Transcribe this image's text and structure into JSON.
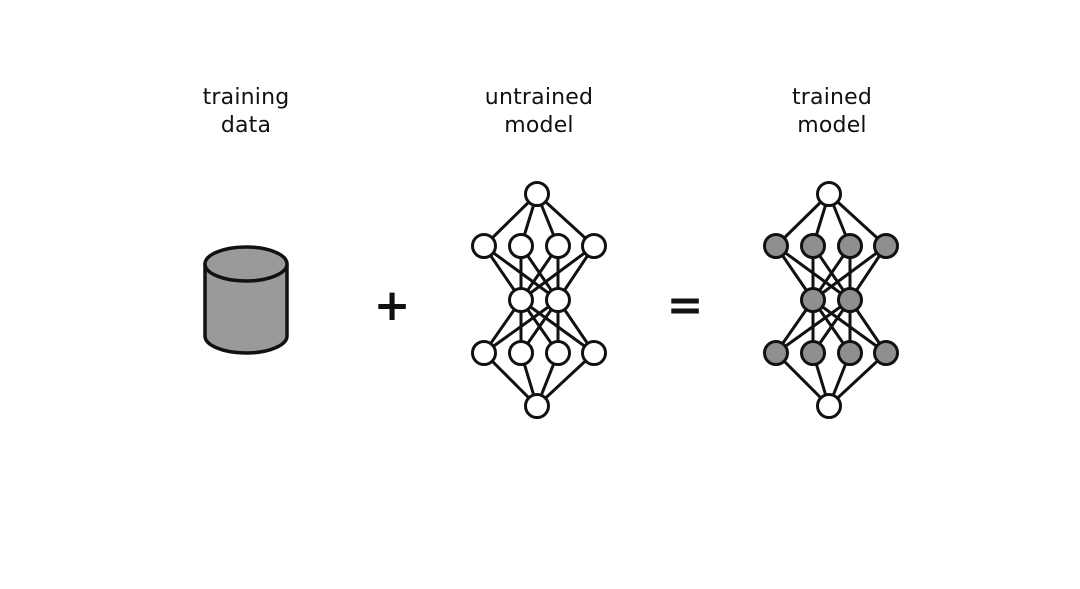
{
  "labels": {
    "training_data": [
      "training",
      "data"
    ],
    "untrained_model": [
      "untrained",
      "model"
    ],
    "trained_model": [
      "trained",
      "model"
    ]
  },
  "operators": {
    "plus": "+",
    "equals": "="
  },
  "colors": {
    "stroke": "#111111",
    "cylinder_fill": "#9a9a9a",
    "untrained_node_fill": "#ffffff",
    "trained_node_fill": "#8f8f8f",
    "trained_end_node_fill": "#ffffff",
    "background": "#ffffff"
  },
  "icons": {
    "data": "database-cylinder-icon",
    "untrained": "neural-network-icon",
    "trained": "neural-network-icon"
  }
}
